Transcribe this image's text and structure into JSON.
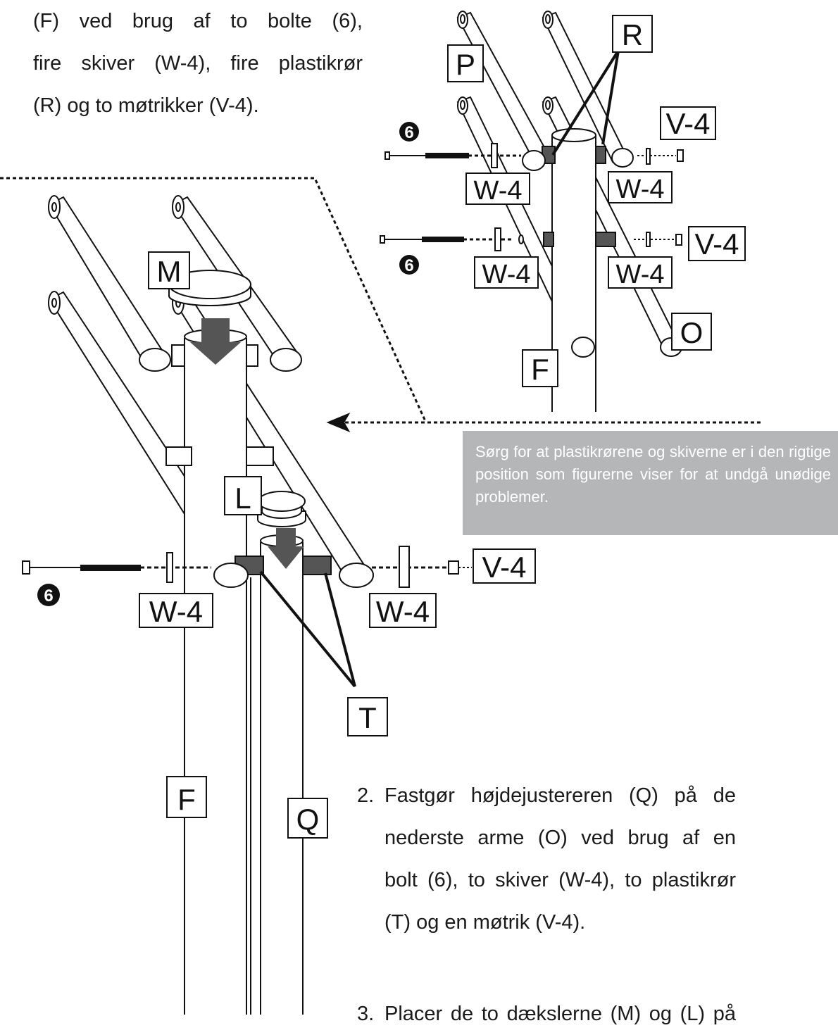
{
  "step1": {
    "lines": [
      "(F)  ved brug  af  to  bolte  (6),",
      "fire  skiver (W-4),  fire  plastikrør",
      "(R)  og  to møtrikker (V-4)."
    ]
  },
  "note": {
    "text": "Sørg for at plastikrørene og skiverne er i den rigtige position som figurerne viser for at undgå unødige problemer."
  },
  "step2": {
    "number": "2.",
    "lines": [
      "Fastgør højdejustereren (Q) på de",
      "nederste arme (O) ved brug af en",
      "bolt (6), to skiver (W-4), to plastikrør",
      "(T) og en møtrik (V-4)."
    ]
  },
  "step3": {
    "number": "3.",
    "partial": "Placer de to dækslerne (M) og (L) på"
  },
  "labels": {
    "P": "P",
    "R": "R",
    "V4": "V-4",
    "W4": "W-4",
    "O": "O",
    "F": "F",
    "M": "M",
    "L": "L",
    "T": "T",
    "Q": "Q",
    "bolt": "6"
  }
}
